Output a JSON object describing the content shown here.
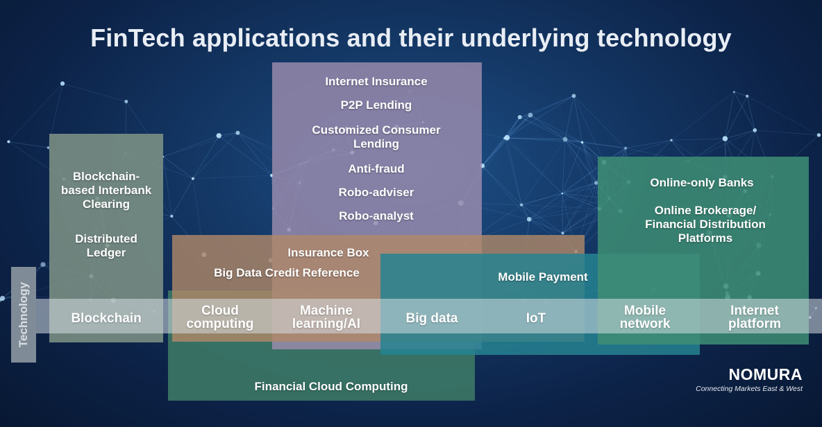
{
  "title": "FinTech applications and their underlying technology",
  "axis_label": "Technology",
  "technologies": [
    "Blockchain",
    "Cloud computing",
    "Machine learning/AI",
    "Big data",
    "IoT",
    "Mobile network",
    "Internet platform"
  ],
  "tech_lines": {
    "blockchain": [
      "Blockchain"
    ],
    "cloud": [
      "Cloud",
      "computing"
    ],
    "ml": [
      "Machine",
      "learning/AI"
    ],
    "bigdata": [
      "Big data"
    ],
    "iot": [
      "IoT"
    ],
    "mobile": [
      "Mobile",
      "network"
    ],
    "internet": [
      "Internet",
      "platform"
    ]
  },
  "applications": {
    "blockchain": [
      "Blockchain-based Interbank Clearing",
      "Distributed Ledger"
    ],
    "ml_ai": [
      "Internet Insurance",
      "P2P Lending",
      "Customized Consumer Lending",
      "Anti-fraud",
      "Robo-adviser",
      "Robo-analyst"
    ],
    "big_data": [
      "Insurance Box",
      "Big Data Credit Reference"
    ],
    "iot": [
      "Mobile Payment"
    ],
    "internet": [
      "Online-only Banks",
      "Online Brokerage/ Financial Distribution Platforms"
    ],
    "cloud": [
      "Financial Cloud Computing"
    ]
  },
  "app_lines": {
    "blockchain_clearing": [
      "Blockchain-",
      "based Interbank",
      "Clearing"
    ],
    "distributed_ledger": [
      "Distributed",
      "Ledger"
    ],
    "customized_lending": [
      "Customized Consumer",
      "Lending"
    ],
    "online_brokerage": [
      "Online Brokerage/",
      "Financial Distribution",
      "Platforms"
    ]
  },
  "logo": {
    "brand": "NOMURA",
    "tagline": "Connecting Markets East & West"
  },
  "colors": {
    "background": "#143866",
    "blockchain_box": "#7f9486",
    "ml_box": "#9c8cae",
    "bigdata_box": "#b08868",
    "iot_box": "#2a8a96",
    "internet_box": "#3e8e74",
    "cloud_box": "#3e7a66",
    "tech_band": "#d6dce2"
  }
}
